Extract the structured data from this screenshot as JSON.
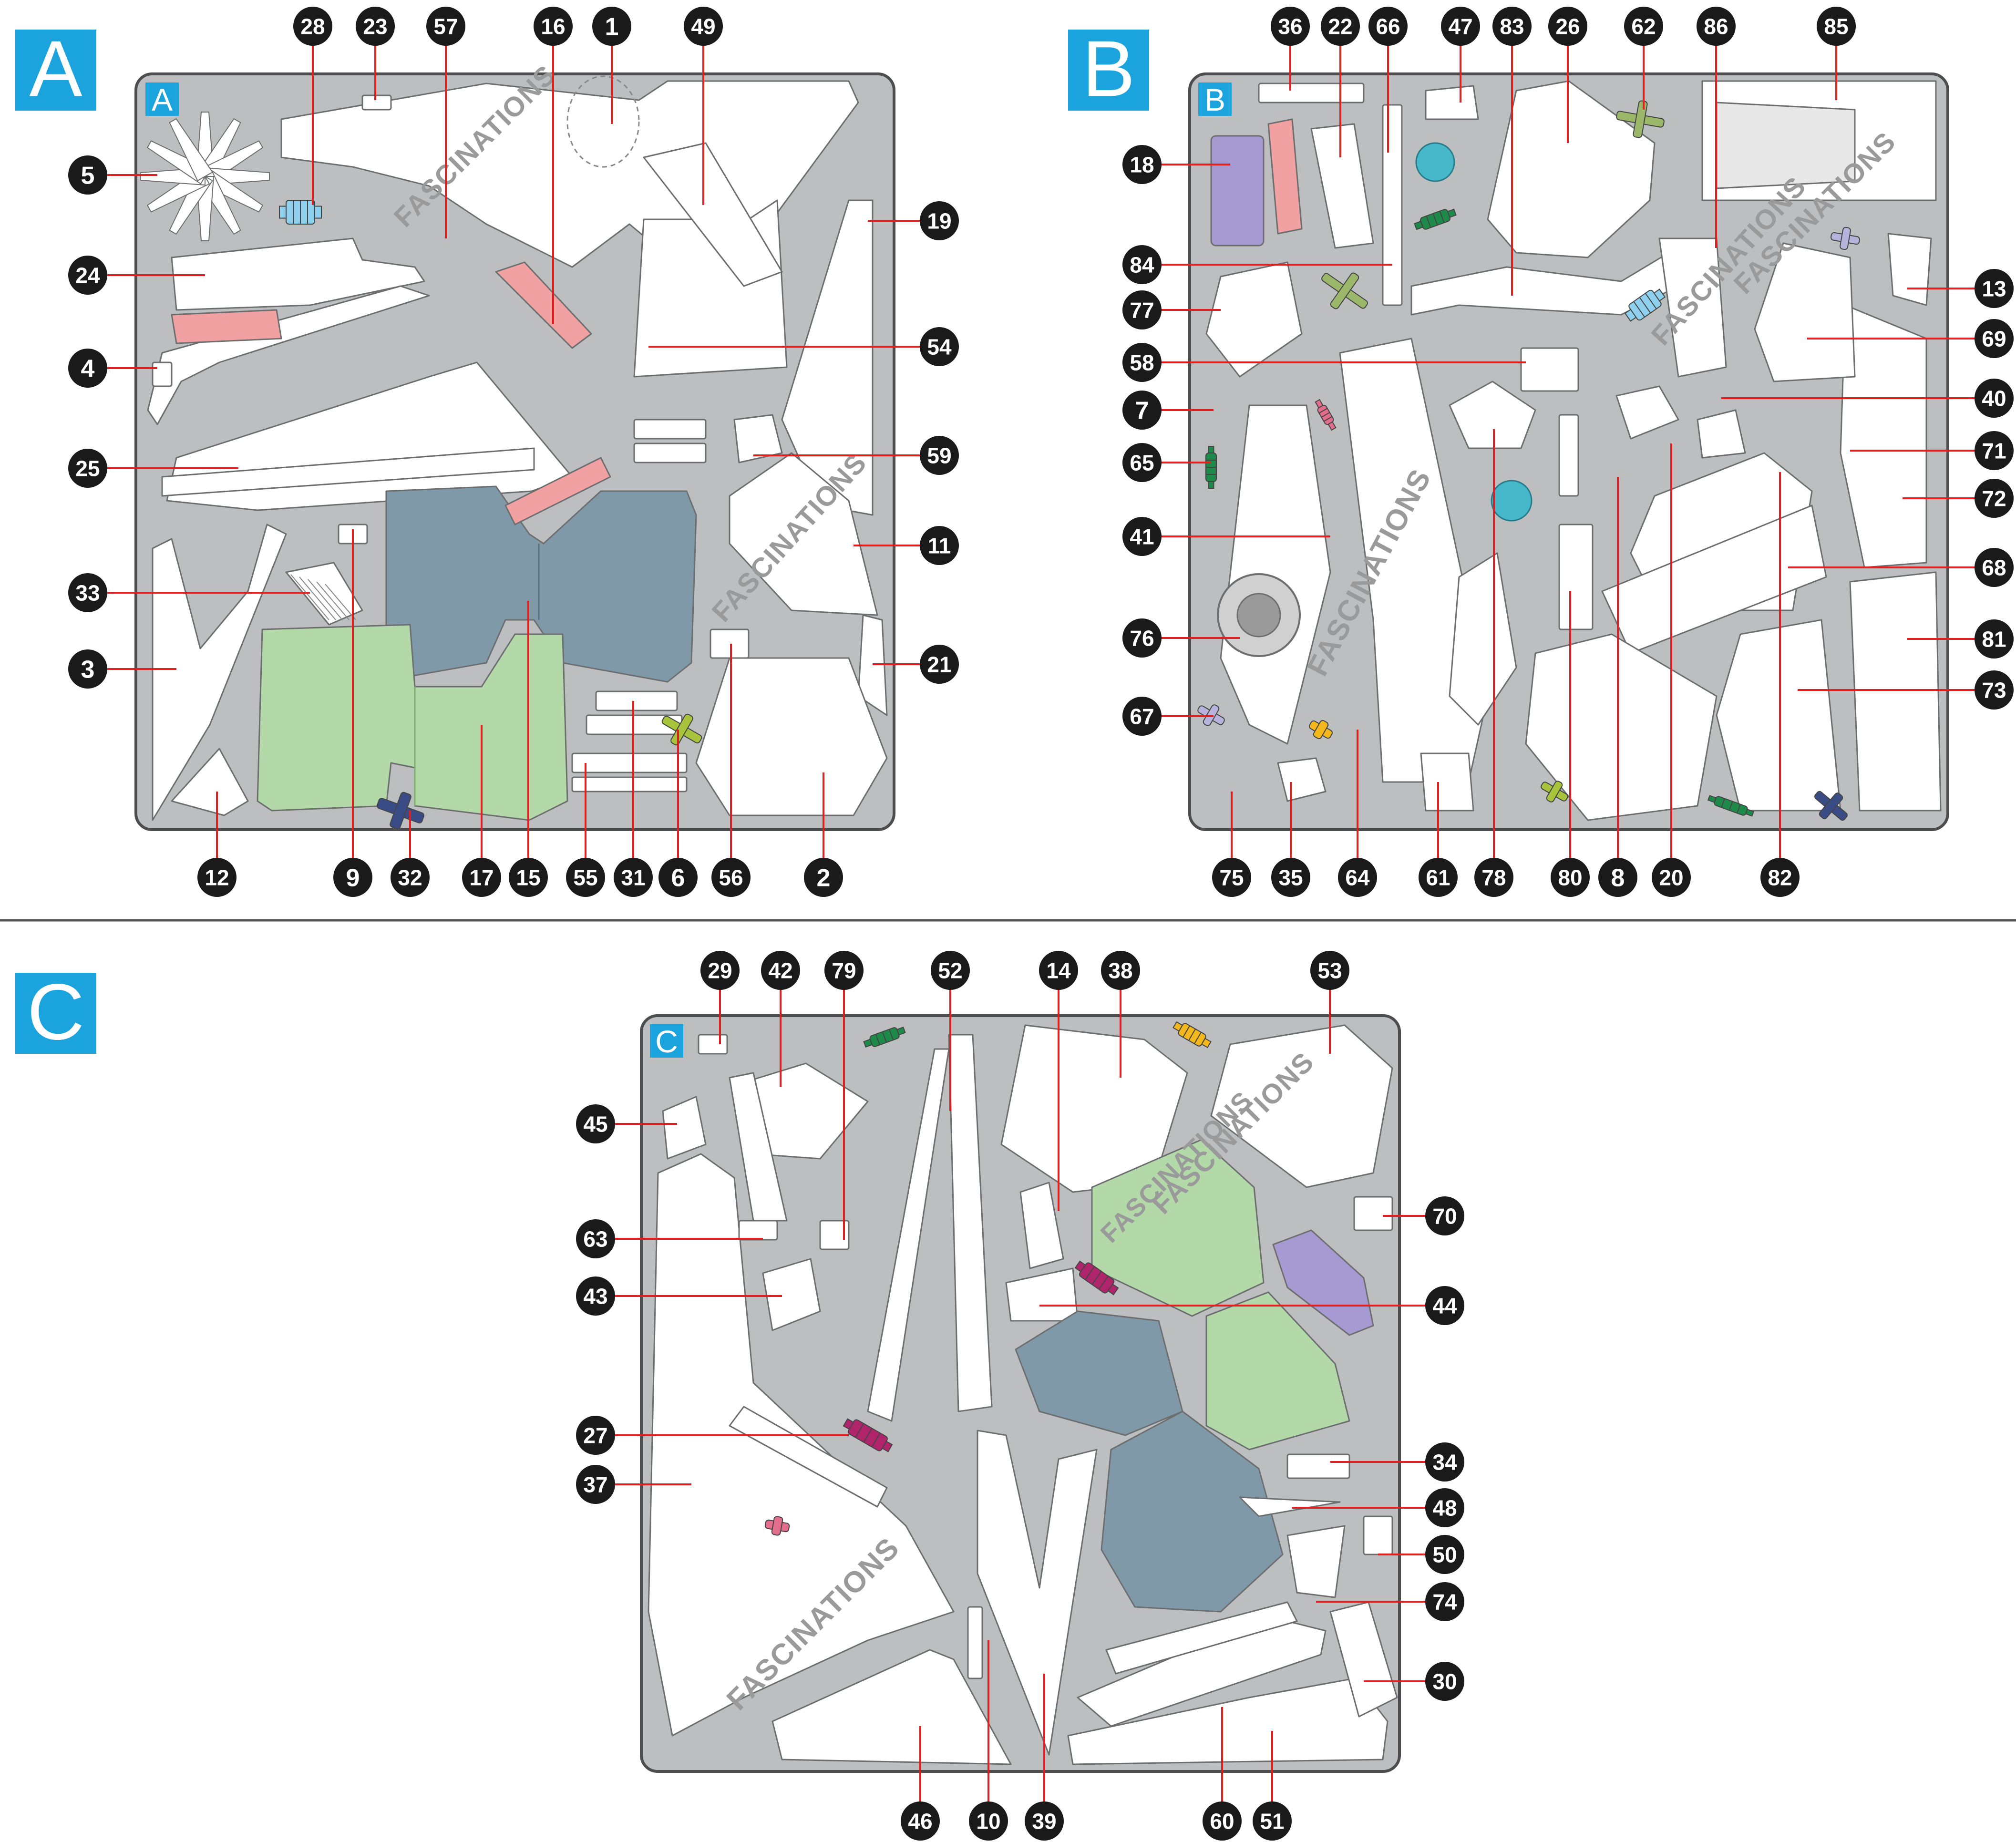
{
  "sheets": [
    {
      "id": "A",
      "tab_label": "A",
      "corner_label": "A",
      "watermarks": [
        "FASCINATIONS",
        "FASCINATIONS"
      ],
      "callouts": [
        {
          "n": "1"
        },
        {
          "n": "2"
        },
        {
          "n": "3"
        },
        {
          "n": "4"
        },
        {
          "n": "5"
        },
        {
          "n": "6"
        },
        {
          "n": "9"
        },
        {
          "n": "11"
        },
        {
          "n": "12"
        },
        {
          "n": "15"
        },
        {
          "n": "16"
        },
        {
          "n": "17"
        },
        {
          "n": "19"
        },
        {
          "n": "21"
        },
        {
          "n": "23"
        },
        {
          "n": "24"
        },
        {
          "n": "25"
        },
        {
          "n": "28"
        },
        {
          "n": "31"
        },
        {
          "n": "32"
        },
        {
          "n": "33"
        },
        {
          "n": "49"
        },
        {
          "n": "54"
        },
        {
          "n": "55"
        },
        {
          "n": "56"
        },
        {
          "n": "57"
        },
        {
          "n": "59"
        }
      ]
    },
    {
      "id": "B",
      "tab_label": "B",
      "corner_label": "B",
      "watermarks": [
        "FASCINATIONS",
        "FASCINATIONS",
        "FASCINATIONS"
      ],
      "callouts": [
        {
          "n": "7"
        },
        {
          "n": "8"
        },
        {
          "n": "13"
        },
        {
          "n": "18"
        },
        {
          "n": "20"
        },
        {
          "n": "22"
        },
        {
          "n": "26"
        },
        {
          "n": "35"
        },
        {
          "n": "36"
        },
        {
          "n": "40"
        },
        {
          "n": "41"
        },
        {
          "n": "47"
        },
        {
          "n": "58"
        },
        {
          "n": "61"
        },
        {
          "n": "62"
        },
        {
          "n": "64"
        },
        {
          "n": "65"
        },
        {
          "n": "66"
        },
        {
          "n": "67"
        },
        {
          "n": "68"
        },
        {
          "n": "69"
        },
        {
          "n": "71"
        },
        {
          "n": "72"
        },
        {
          "n": "73"
        },
        {
          "n": "75"
        },
        {
          "n": "76"
        },
        {
          "n": "77"
        },
        {
          "n": "78"
        },
        {
          "n": "80"
        },
        {
          "n": "81"
        },
        {
          "n": "82"
        },
        {
          "n": "83"
        },
        {
          "n": "84"
        },
        {
          "n": "85"
        },
        {
          "n": "86"
        }
      ]
    },
    {
      "id": "C",
      "tab_label": "C",
      "corner_label": "C",
      "watermarks": [
        "FASCINATIONS",
        "FASCINATIONS",
        "FASCINATIONS"
      ],
      "callouts": [
        {
          "n": "10"
        },
        {
          "n": "14"
        },
        {
          "n": "27"
        },
        {
          "n": "29"
        },
        {
          "n": "30"
        },
        {
          "n": "34"
        },
        {
          "n": "37"
        },
        {
          "n": "38"
        },
        {
          "n": "39"
        },
        {
          "n": "42"
        },
        {
          "n": "43"
        },
        {
          "n": "44"
        },
        {
          "n": "45"
        },
        {
          "n": "46"
        },
        {
          "n": "48"
        },
        {
          "n": "50"
        },
        {
          "n": "51"
        },
        {
          "n": "52"
        },
        {
          "n": "53"
        },
        {
          "n": "60"
        },
        {
          "n": "63"
        },
        {
          "n": "70"
        },
        {
          "n": "74"
        },
        {
          "n": "79"
        }
      ]
    }
  ],
  "colors": {
    "tab_blue": "#1aa3dc",
    "sheet_gray": "#bcbec0",
    "sheet_border": "#4d4d4f",
    "piece_white": "#ffffff",
    "leader_red": "#e02020",
    "badge_black": "#1a1a1a",
    "green_panel": "#b3d9a8",
    "slate_panel": "#8099a8",
    "pink_piece": "#f1a1a1",
    "purple_piece": "#a79ad3",
    "sky_piece": "#8fd0ee",
    "teal_piece": "#47b8c9",
    "dark_green_piece": "#1e8a4a",
    "olive_piece": "#9bb86a",
    "yellow_piece": "#f5b81c",
    "navy_piece": "#3a4c85",
    "magenta_piece": "#b0246c",
    "lime_piece": "#a8c43c",
    "lavender_piece": "#b8b3dc"
  }
}
